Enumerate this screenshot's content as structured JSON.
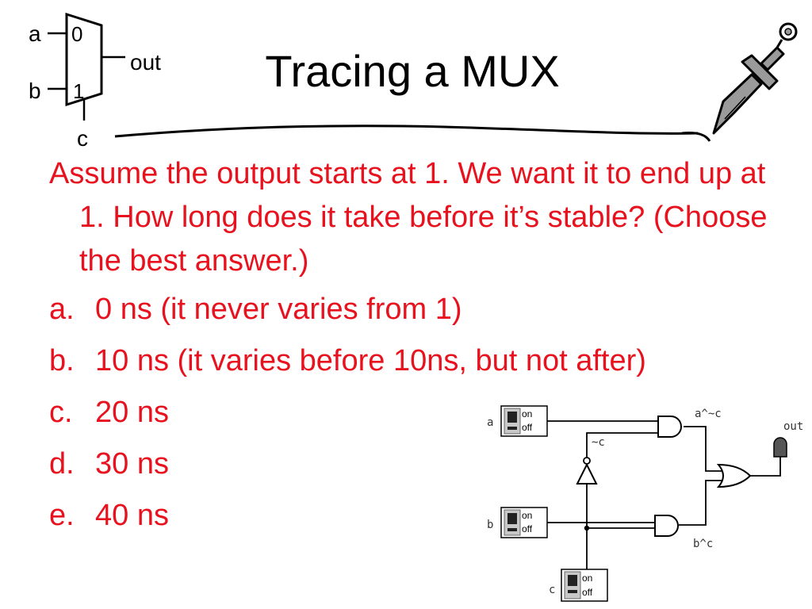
{
  "slide": {
    "title": "Tracing a MUX",
    "question": "Assume the output starts at 1.  We want it to end up at 1.  How long does it take before it’s stable?  (Choose the best answer.)",
    "options": [
      {
        "letter": "a.",
        "text": "0 ns (it never varies from 1)"
      },
      {
        "letter": "b.",
        "text": "10 ns (it varies before 10ns, but not after)"
      },
      {
        "letter": "c.",
        "text": "20 ns"
      },
      {
        "letter": "d.",
        "text": "30 ns"
      },
      {
        "letter": "e.",
        "text": "40 ns"
      }
    ],
    "text_color": "#e8121e"
  },
  "mux_symbol": {
    "input_a": "a",
    "input_b": "b",
    "select": "c",
    "sel0": "0",
    "sel1": "1",
    "output": "out"
  },
  "circuit": {
    "switch_a": {
      "name": "a",
      "on": "on",
      "off": "off"
    },
    "switch_b": {
      "name": "b",
      "on": "on",
      "off": "off"
    },
    "switch_c": {
      "name": "c",
      "on": "on",
      "off": "off"
    },
    "not_label": "~c",
    "and_top_label": "a^~c",
    "and_bottom_label": "b^c",
    "output_label": "out"
  },
  "icons": [
    "mux-icon",
    "sword-icon"
  ]
}
